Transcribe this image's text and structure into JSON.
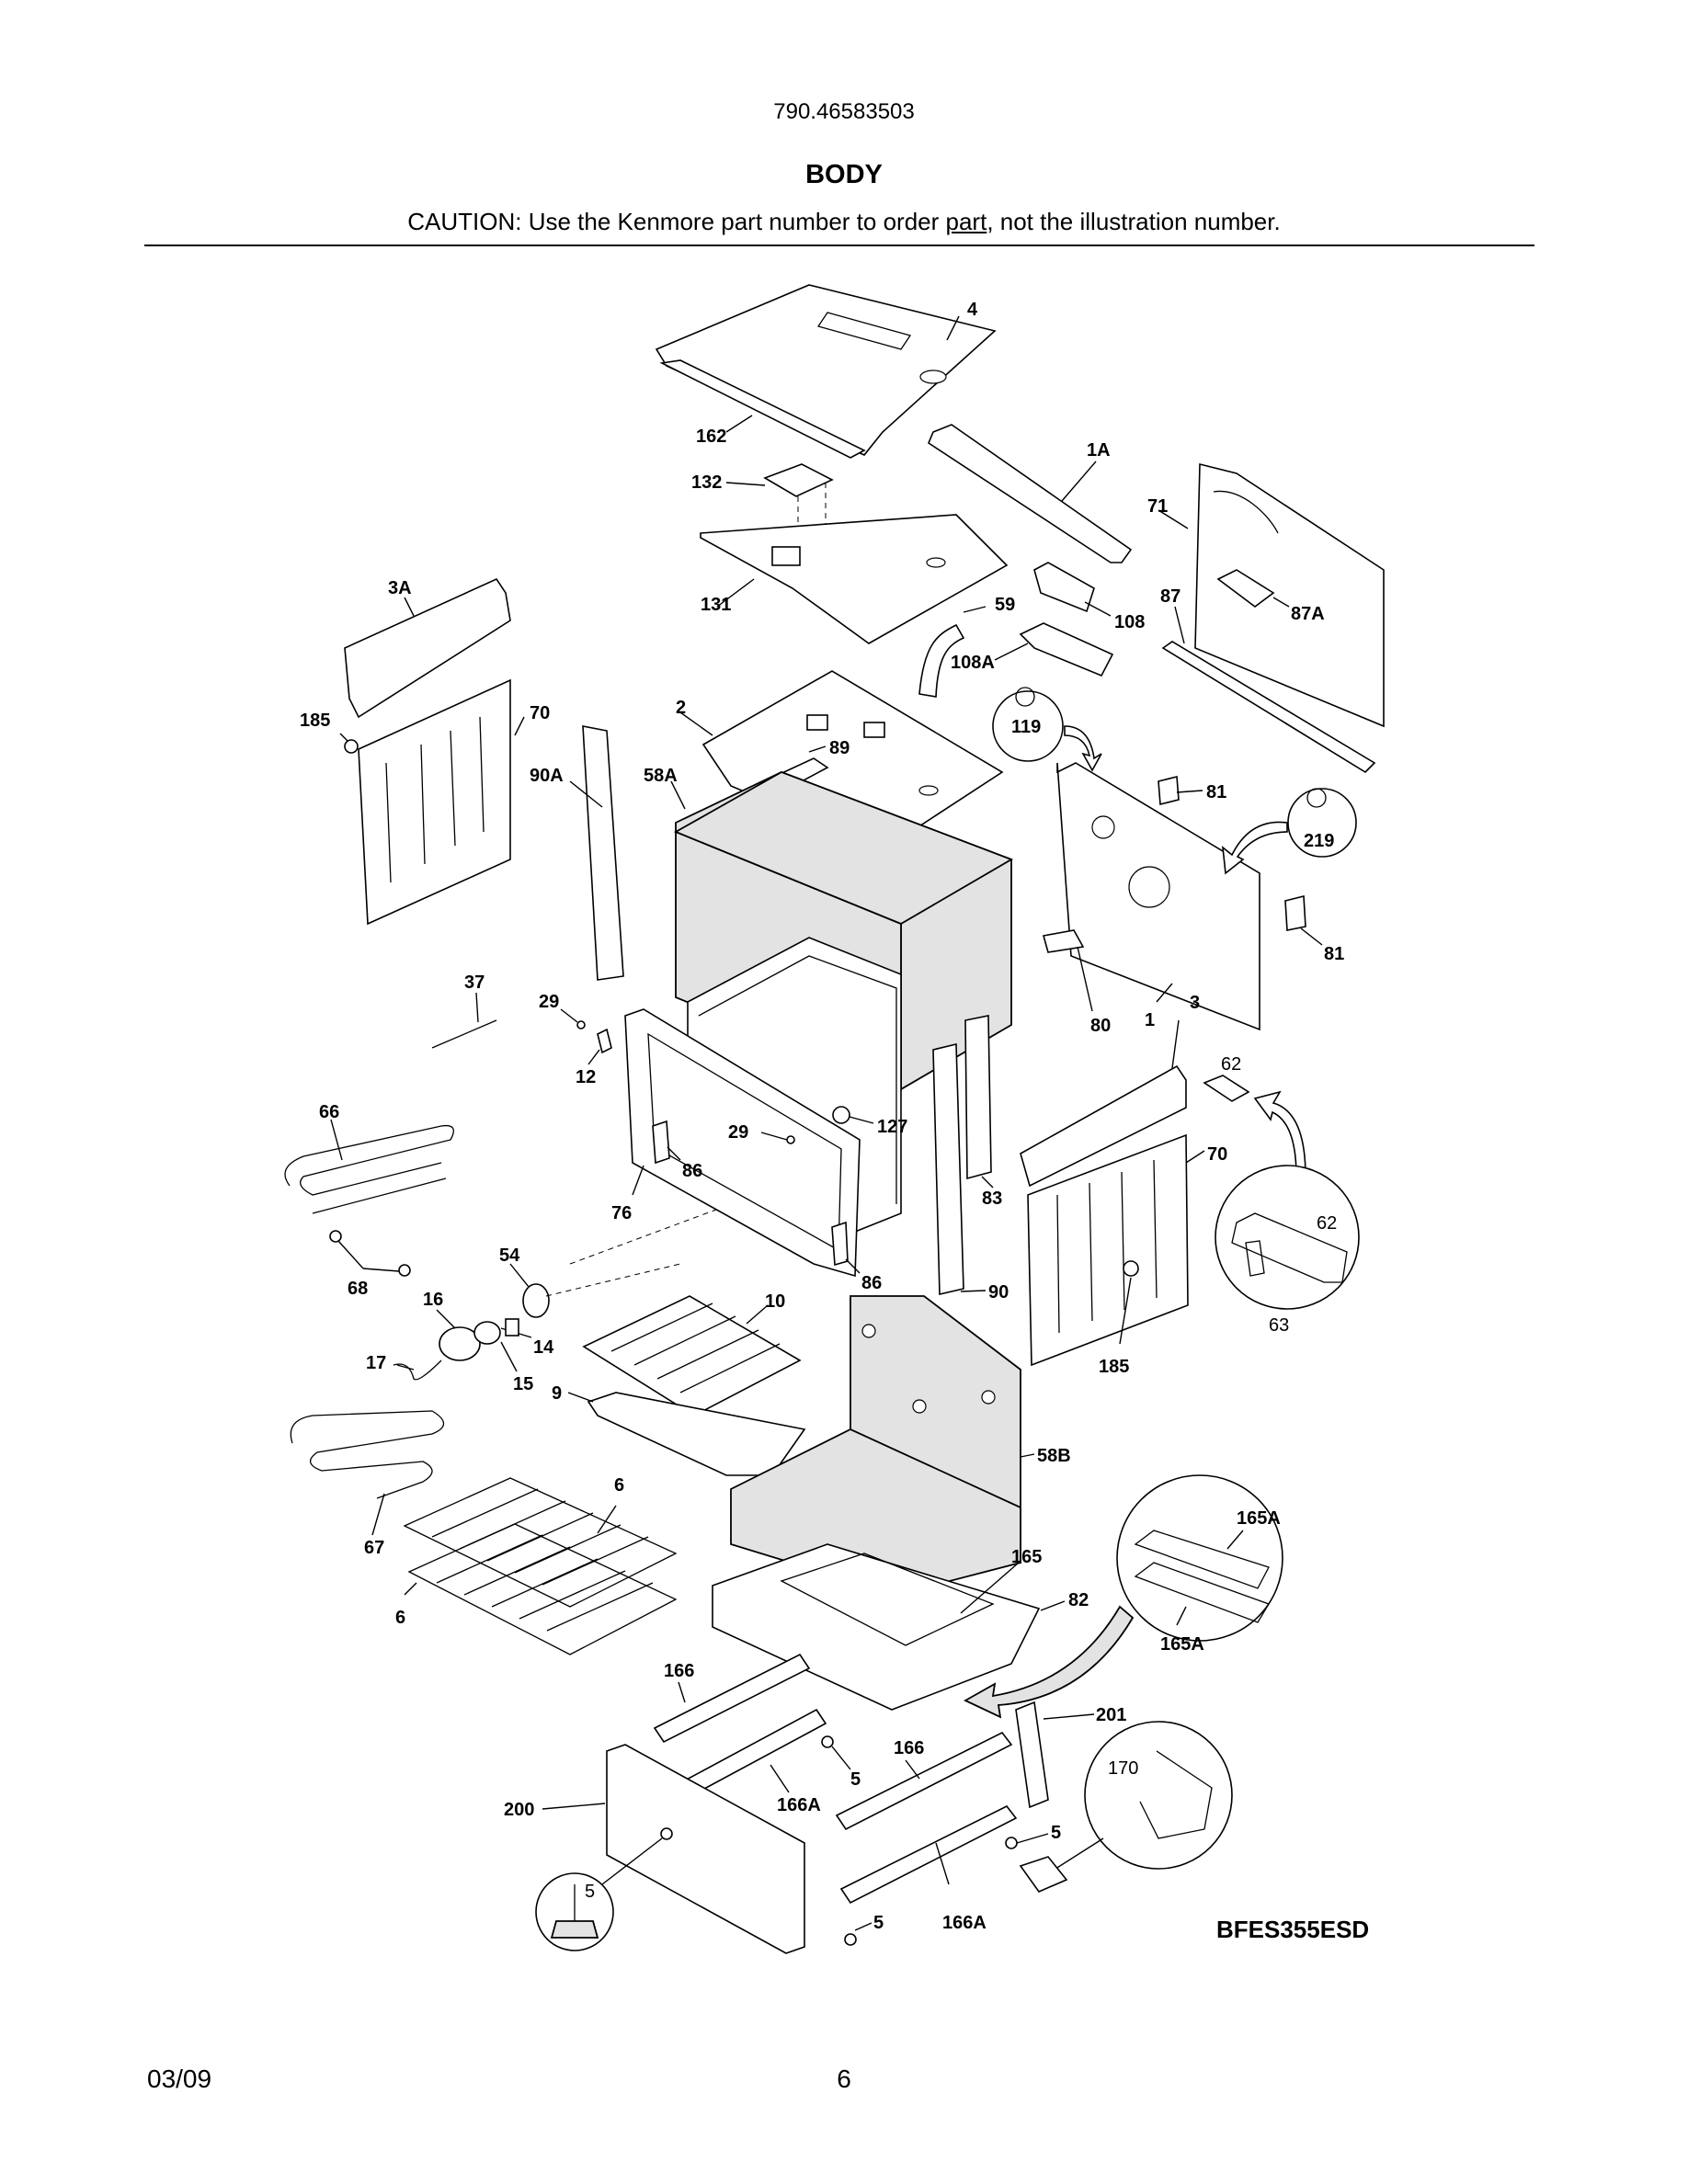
{
  "header": {
    "model_number": "790.46583503",
    "section_title": "BODY",
    "caution_prefix": "CAUTION: Use the Kenmore part number to order ",
    "caution_underlined": "part",
    "caution_suffix": ", not the illustration number."
  },
  "diagram": {
    "callouts": {
      "c4": "4",
      "c162": "162",
      "c132": "132",
      "c1A": "1A",
      "c71": "71",
      "c131": "131",
      "c59": "59",
      "c108": "108",
      "c87": "87",
      "c87A": "87A",
      "c108A": "108A",
      "c3A": "3A",
      "c185a": "185",
      "c70a": "70",
      "c2": "2",
      "c89": "89",
      "c90A": "90A",
      "c58A": "58A",
      "c119": "119",
      "c81a": "81",
      "c219": "219",
      "c81b": "81",
      "c37": "37",
      "c29a": "29",
      "c12": "12",
      "c80": "80",
      "c1": "1",
      "c3": "3",
      "c62a": "62",
      "c66": "66",
      "c29b": "29",
      "c127": "127",
      "c86a": "86",
      "c76": "76",
      "c83": "83",
      "c70b": "70",
      "c62b": "62",
      "c63": "63",
      "c54": "54",
      "c68": "68",
      "c86b": "86",
      "c16": "16",
      "c10": "10",
      "c90": "90",
      "c14": "14",
      "c17": "17",
      "c15": "15",
      "c9": "9",
      "c185b": "185",
      "c58B": "58B",
      "c6a": "6",
      "c67": "67",
      "c165A1": "165A",
      "c165": "165",
      "c82": "82",
      "c6b": "6",
      "c165A2": "165A",
      "c166a": "166",
      "c201": "201",
      "c166b": "166",
      "c170": "170",
      "c5a": "5",
      "c166Aa": "166A",
      "c200": "200",
      "c5b": "5",
      "c5c": "5",
      "c5d": "5",
      "c166Ab": "166A"
    },
    "drawing_code": "BFES355ESD"
  },
  "footer": {
    "date": "03/09",
    "page_number": "6"
  }
}
